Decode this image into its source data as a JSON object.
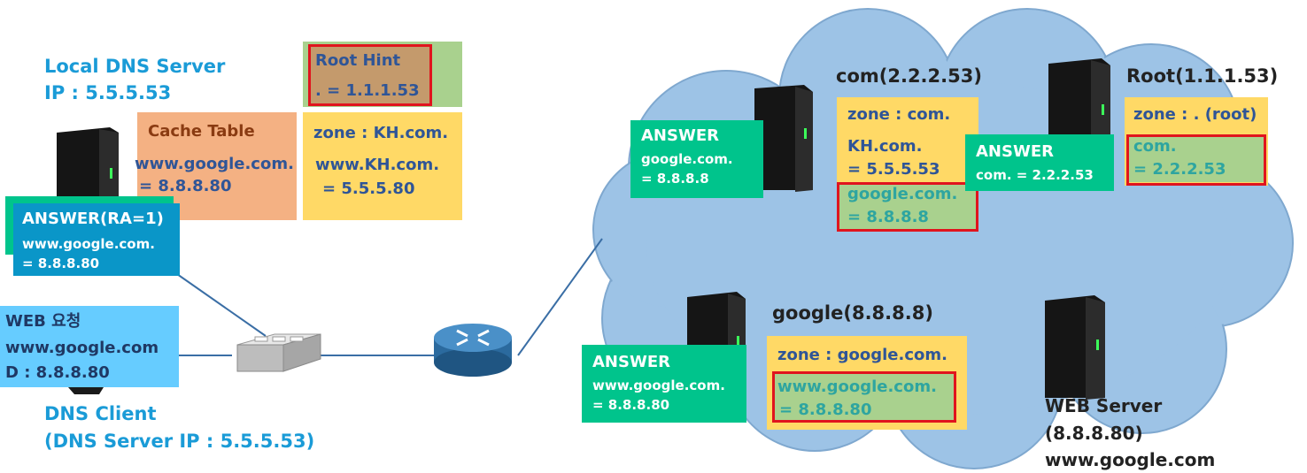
{
  "local_dns": {
    "title": "Local DNS Server",
    "ip": "IP : 5.5.5.53",
    "root_hint": {
      "title": "Root Hint",
      "value": ". = 1.1.1.53"
    },
    "cache": {
      "title": "Cache Table",
      "line1": "www.google.com.",
      "line2": "= 8.8.8.80"
    },
    "zone": {
      "title": "zone : KH.com.",
      "line1": "www.KH.com.",
      "line2": "= 5.5.5.80"
    },
    "answer": {
      "title": "ANSWER(RA=1)",
      "line1": "www.google.com.",
      "line2": "= 8.8.8.80"
    }
  },
  "client": {
    "request_title": "WEB 요청",
    "request_line1": "www.google.com",
    "request_line2": "D : 8.8.8.80",
    "title": "DNS Client",
    "subtitle": "(DNS Server IP : 5.5.5.53)"
  },
  "com_server": {
    "title": "com(2.2.2.53)",
    "zone": "zone : com.",
    "rec1_name": "KH.com.",
    "rec1_value": "= 5.5.5.53",
    "rec2_name": "google.com.",
    "rec2_value": "= 8.8.8.8",
    "answer": {
      "title": "ANSWER",
      "line1": "google.com.",
      "line2": "= 8.8.8.8"
    }
  },
  "root_server": {
    "title": "Root(1.1.1.53)",
    "zone": "zone : . (root)",
    "rec_name": "com.",
    "rec_value": "= 2.2.2.53",
    "answer": {
      "title": "ANSWER",
      "line1": "com. = 2.2.2.53"
    }
  },
  "google_server": {
    "title": "google(8.8.8.8)",
    "zone": "zone : google.com.",
    "rec_name": "www.google.com.",
    "rec_value": "= 8.8.8.80",
    "answer": {
      "title": "ANSWER",
      "line1": "www.google.com.",
      "line2": "= 8.8.8.80"
    }
  },
  "web_server": {
    "title": "WEB Server",
    "ip": "(8.8.8.80)",
    "host": "www.google.com"
  },
  "colors": {
    "cloud": "#9dc3e6",
    "yellow": "#ffd966",
    "green": "#a9d18e",
    "salmon": "#f4b183",
    "teal": "#00c48c",
    "cyan": "#66ccff",
    "answer_blue": "#0a96c8",
    "red": "#e0141e"
  }
}
